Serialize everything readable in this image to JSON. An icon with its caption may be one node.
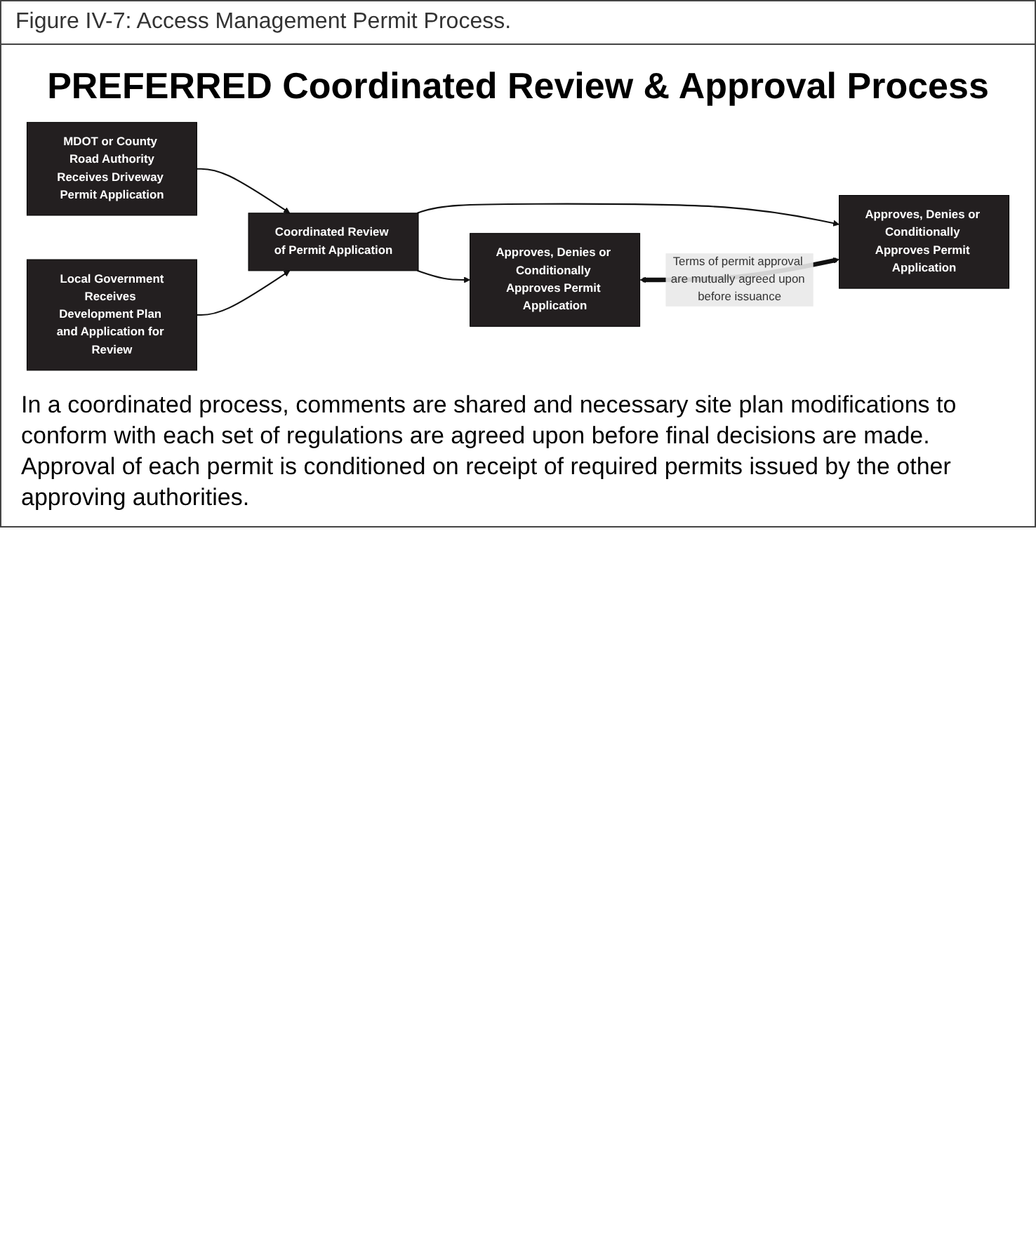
{
  "diagram": {
    "caption": "Figure IV-7: Access Management Permit Process.",
    "title": "PREFERRED Coordinated Review & Approval Process",
    "nodes": [
      {
        "text": [
          "MDOT or County Road Authority",
          "Receives Driveway Permit Application"
        ]
      },
      {
        "text": [
          "Coordinated Review of Permit Application"
        ]
      },
      {
        "text": [
          "Approves, Denies or Conditionally Approves Permit Application"
        ]
      },
      {
        "text": [
          "Local Government",
          "Receives Development Plan and Application for Review"
        ]
      },
      {
        "text": [
          "Approves, Denies or Conditionally Approves Permit Application"
        ]
      }
    ],
    "edges": [
      {
        "from": 0,
        "to": 1,
        "arrow": "to"
      },
      {
        "from": 3,
        "to": 1,
        "arrow": "to"
      },
      {
        "from": 1,
        "to": 2,
        "arrow": "to"
      },
      {
        "from": 1,
        "to": 4,
        "arrow": "to"
      },
      {
        "from": 2,
        "to": 4,
        "arrow": "both",
        "style": "thick",
        "label": "Terms of permit approval are mutually agreed upon before issuance"
      }
    ],
    "labels": [
      "In a coordinated process, comments are shared and necessary site plan modifications to conform with each set of regulations are agreed upon before final decisions are made. Approval of each permit is conditioned on receipt of required permits issued by the other approving authorities."
    ]
  }
}
